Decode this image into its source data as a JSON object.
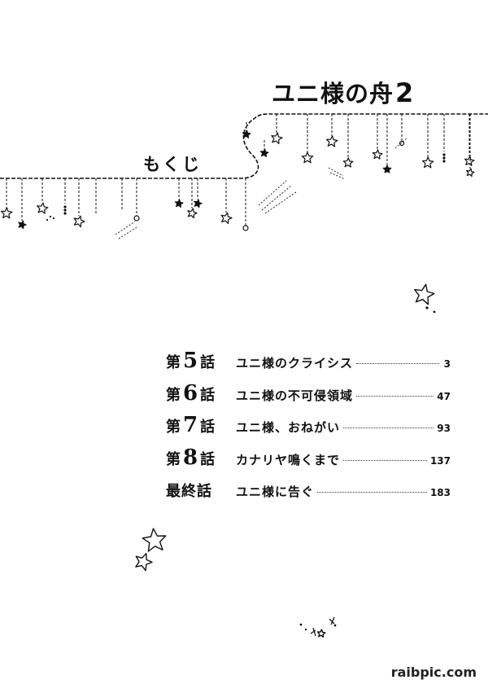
{
  "header": {
    "title": "ユニ様の舟",
    "volume": "2",
    "subtitle": "もくじ"
  },
  "toc": [
    {
      "prefix": "第",
      "number": "5",
      "suffix": "話",
      "title": "ユニ様のクライシス",
      "page": "3"
    },
    {
      "prefix": "第",
      "number": "6",
      "suffix": "話",
      "title": "ユニ様の不可侵領域",
      "page": "47"
    },
    {
      "prefix": "第",
      "number": "7",
      "suffix": "話",
      "title": "ユニ様、おねがい",
      "page": "93"
    },
    {
      "prefix": "第",
      "number": "8",
      "suffix": "話",
      "title": "カナリヤ鳴くまで",
      "page": "137"
    },
    {
      "prefix": "最終話",
      "number": "",
      "suffix": "",
      "title": "ユニ様に告ぐ",
      "page": "183"
    }
  ],
  "watermark": "raibpic.com",
  "decorations": {
    "line_color": "#111111",
    "star_color": "#111111"
  }
}
